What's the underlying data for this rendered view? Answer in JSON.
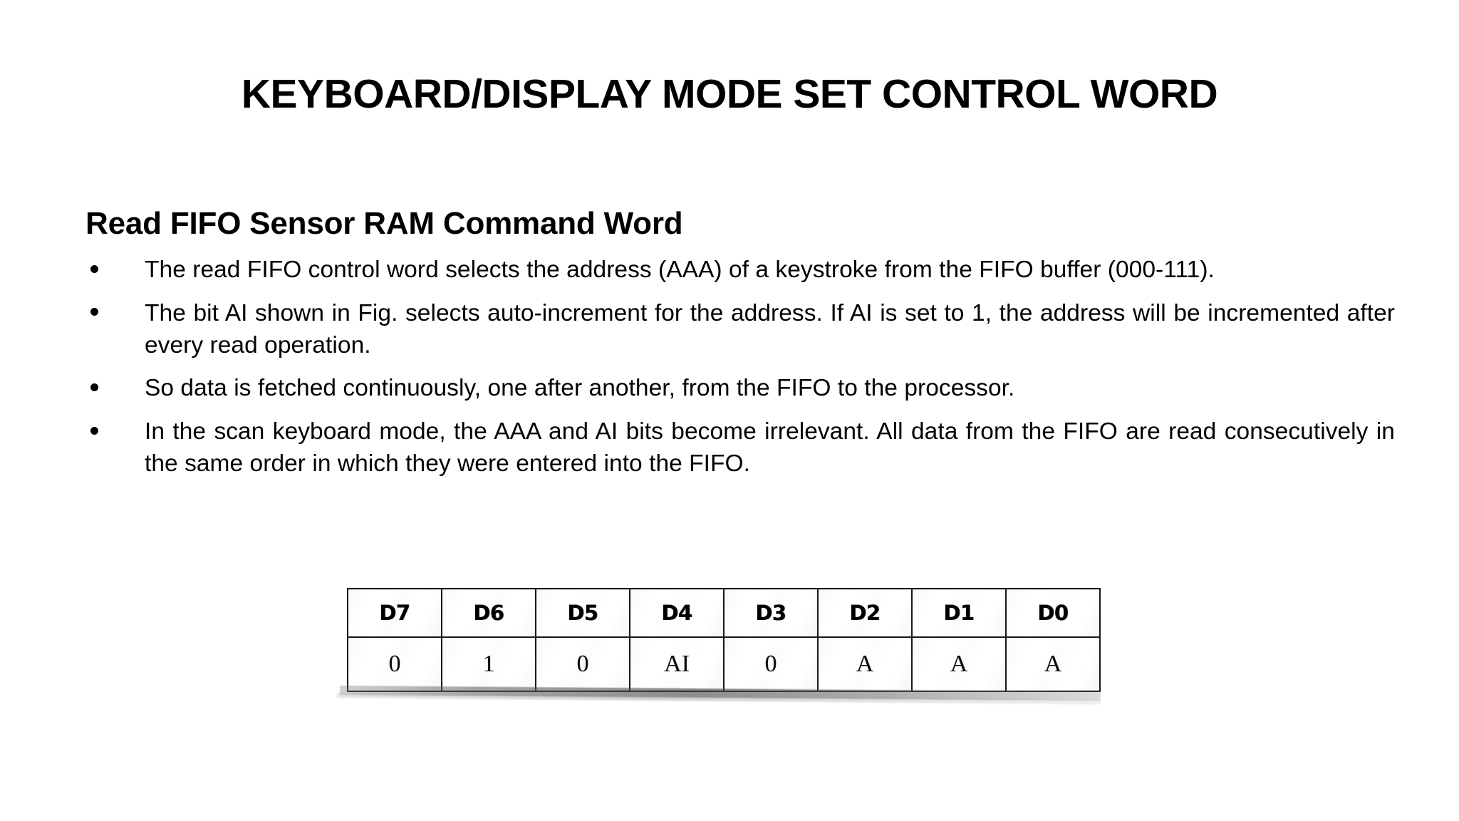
{
  "slide": {
    "title": "KEYBOARD/DISPLAY MODE SET CONTROL WORD",
    "heading": "Read FIFO Sensor RAM Command Word",
    "bullets": [
      "The read FIFO control word selects the address (AAA) of a keystroke from the FIFO buffer (000-111).",
      "The bit AI shown in Fig. selects auto-increment for the address. If AI is set to 1, the address will be incremented after every read operation.",
      "So data is fetched continuously, one after another, from the FIFO to the processor.",
      "In the scan keyboard mode, the AAA and AI bits become irrelevant. All data from the FIFO are read consecutively in the same order in which they were entered into the FIFO."
    ]
  },
  "figure": {
    "type": "bit-field-table",
    "headers": [
      "D7",
      "D6",
      "D5",
      "D4",
      "D3",
      "D2",
      "D1",
      "D0"
    ],
    "values": [
      "0",
      "1",
      "0",
      "AI",
      "0",
      "A",
      "A",
      "A"
    ]
  },
  "colors": {
    "background": "#ffffff",
    "text": "#000000",
    "table_border": "#1c1c1c",
    "scan_paper": "#fbfbfb"
  }
}
